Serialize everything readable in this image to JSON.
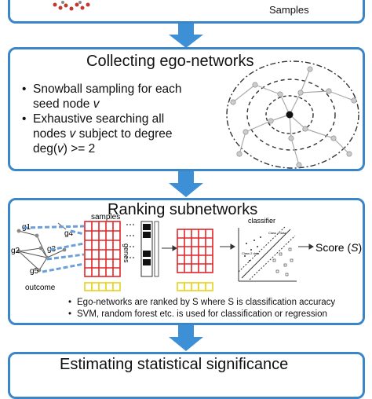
{
  "top_panel": {
    "samples_label": "Samples"
  },
  "collecting": {
    "title": "Collecting ego-networks",
    "bullet1_a": "Snowball sampling for each",
    "bullet1_b": "seed node ",
    "bullet1_var": "v",
    "bullet2_a": "Exhaustive searching all",
    "bullet2_b": "nodes ",
    "bullet2_var": "v",
    "bullet2_c": " subject to degree",
    "bullet2_d": "deg(",
    "bullet2_e": ") >= 2"
  },
  "ranking": {
    "title": "Ranking subnetworks",
    "node_labels": [
      "g1",
      "g4",
      "g2",
      "g3",
      "g5"
    ],
    "samples_label": "samples",
    "genes_label": "genes",
    "outcome_label": "outcome",
    "classifier_label": "classifier",
    "class1_label": "Class 1 data",
    "class2_label": "Class 2 data",
    "score_label": "Score (",
    "score_var": "S",
    "score_close": ")",
    "bullet1": "Ego-networks are ranked by S where S is classification accuracy",
    "bullet2": "SVM, random forest etc. is used for classification or regression"
  },
  "significance": {
    "title": "Estimating statistical significance"
  },
  "colors": {
    "panel_border": "#3a86c8",
    "arrow": "#3d8fd6",
    "matrix": "#e0262a",
    "outcome": "#e8d21a",
    "edge": "#6a9fd8"
  }
}
